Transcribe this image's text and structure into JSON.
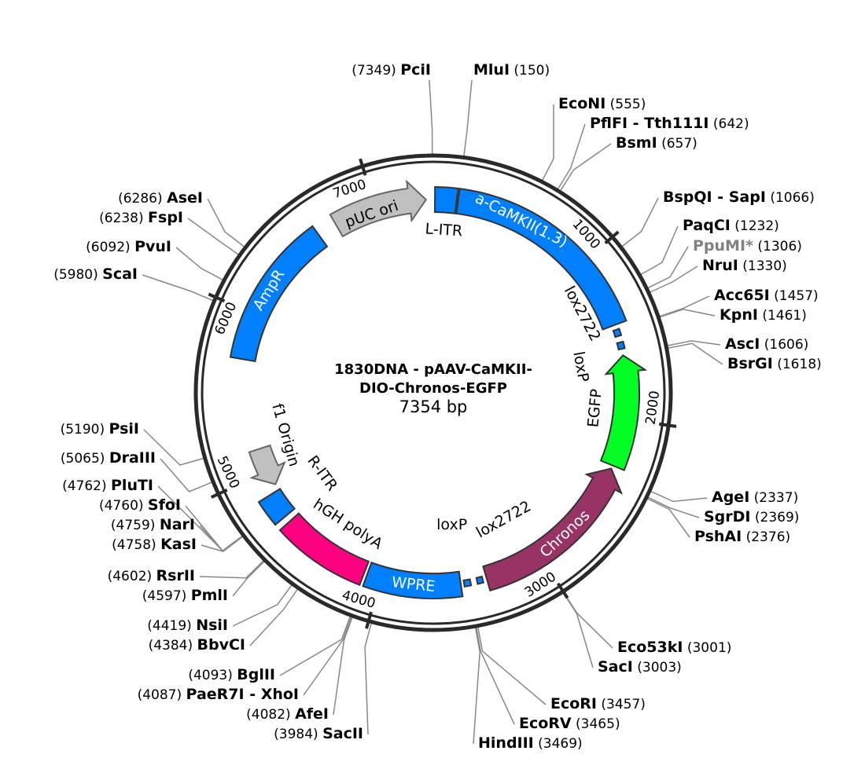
{
  "title": {
    "line1": "1830DNA - pAAV-CaMKII-",
    "line2": "DIO-Chronos-EGFP",
    "length": "7354 bp"
  },
  "total_bp": 7354,
  "ticks": [
    "1000",
    "2000",
    "3000",
    "4000",
    "5000",
    "6000",
    "7000"
  ],
  "colors": {
    "blue": "#0080ff",
    "gray": "#c0c0c0",
    "green": "#00ff22",
    "magenta": "#ff0080",
    "purple": "#993366",
    "ring": "#2a2a2a",
    "site_line": "#888888",
    "dim_site": "#808080"
  },
  "features": [
    {
      "name": "L-ITR",
      "start": 10,
      "end": 141,
      "color": "blue",
      "shape": "band",
      "label": "outside"
    },
    {
      "name": "a-CaMKII(1.3)",
      "start": 150,
      "end": 1420,
      "color": "blue",
      "shape": "band",
      "label": "inside"
    },
    {
      "name": "lox2722",
      "start": 1450,
      "end": 1490,
      "color": "blue",
      "shape": "thin",
      "label": "outside"
    },
    {
      "name": "loxP",
      "start": 1530,
      "end": 1570,
      "color": "blue",
      "shape": "thin",
      "label": "outside"
    },
    {
      "name": "EGFP",
      "start": 1610,
      "end": 2290,
      "color": "green",
      "shape": "arrow-reverse",
      "label": "outside"
    },
    {
      "name": "Chronos",
      "start": 2310,
      "end": 3350,
      "color": "purple",
      "shape": "arrow-reverse",
      "label": "inside"
    },
    {
      "name": "lox2722",
      "start": 3375,
      "end": 3410,
      "color": "blue",
      "shape": "thin",
      "label": "outside"
    },
    {
      "name": "loxP",
      "start": 3450,
      "end": 3490,
      "color": "blue",
      "shape": "thin",
      "label": "outside"
    },
    {
      "name": "WPRE",
      "start": 3510,
      "end": 4085,
      "color": "blue",
      "shape": "band",
      "label": "inside"
    },
    {
      "name": "hGH polyA",
      "start": 4105,
      "end": 4660,
      "color": "magenta",
      "shape": "band",
      "label": "outside"
    },
    {
      "name": "R-ITR",
      "start": 4700,
      "end": 4860,
      "color": "blue",
      "shape": "band",
      "label": "outside"
    },
    {
      "name": "f1 Origin",
      "start": 4900,
      "end": 5150,
      "color": "gray",
      "shape": "arrow-reverse",
      "label": "outside"
    },
    {
      "name": "AmpR",
      "start": 5720,
      "end": 6620,
      "color": "blue",
      "shape": "band",
      "label": "inside"
    },
    {
      "name": "pUC ori",
      "start": 6740,
      "end": 7310,
      "color": "gray",
      "shape": "arrow-forward",
      "label": "inside-dark"
    }
  ],
  "sites": [
    {
      "name": "PciI",
      "pos": "7349"
    },
    {
      "name": "MluI",
      "pos": "150"
    },
    {
      "name": "EcoNI",
      "pos": "555"
    },
    {
      "name": "PflFI - Tth111I",
      "pos": "642"
    },
    {
      "name": "BsmI",
      "pos": "657"
    },
    {
      "name": "BspQI - SapI",
      "pos": "1066"
    },
    {
      "name": "PaqCI",
      "pos": "1232"
    },
    {
      "name": "PpuMI*",
      "pos": "1306",
      "dim": true
    },
    {
      "name": "NruI",
      "pos": "1330"
    },
    {
      "name": "Acc65I",
      "pos": "1457"
    },
    {
      "name": "KpnI",
      "pos": "1461"
    },
    {
      "name": "AscI",
      "pos": "1606"
    },
    {
      "name": "BsrGI",
      "pos": "1618"
    },
    {
      "name": "AgeI",
      "pos": "2337"
    },
    {
      "name": "SgrDI",
      "pos": "2369"
    },
    {
      "name": "PshAI",
      "pos": "2376"
    },
    {
      "name": "Eco53kI",
      "pos": "3001"
    },
    {
      "name": "SacI",
      "pos": "3003"
    },
    {
      "name": "EcoRI",
      "pos": "3457"
    },
    {
      "name": "EcoRV",
      "pos": "3465"
    },
    {
      "name": "HindIII",
      "pos": "3469"
    },
    {
      "name": "SacII",
      "pos": "3984"
    },
    {
      "name": "AfeI",
      "pos": "4082"
    },
    {
      "name": "PaeR7I - XhoI",
      "pos": "4087"
    },
    {
      "name": "BglII",
      "pos": "4093"
    },
    {
      "name": "BbvCI",
      "pos": "4384"
    },
    {
      "name": "NsiI",
      "pos": "4419"
    },
    {
      "name": "PmlI",
      "pos": "4597"
    },
    {
      "name": "RsrII",
      "pos": "4602"
    },
    {
      "name": "KasI",
      "pos": "4758"
    },
    {
      "name": "NarI",
      "pos": "4759"
    },
    {
      "name": "SfoI",
      "pos": "4760"
    },
    {
      "name": "PluTI",
      "pos": "4762"
    },
    {
      "name": "DraIII",
      "pos": "5065"
    },
    {
      "name": "PsiI",
      "pos": "5190"
    },
    {
      "name": "ScaI",
      "pos": "5980"
    },
    {
      "name": "PvuI",
      "pos": "6092"
    },
    {
      "name": "FspI",
      "pos": "6238"
    },
    {
      "name": "AseI",
      "pos": "6286"
    }
  ]
}
